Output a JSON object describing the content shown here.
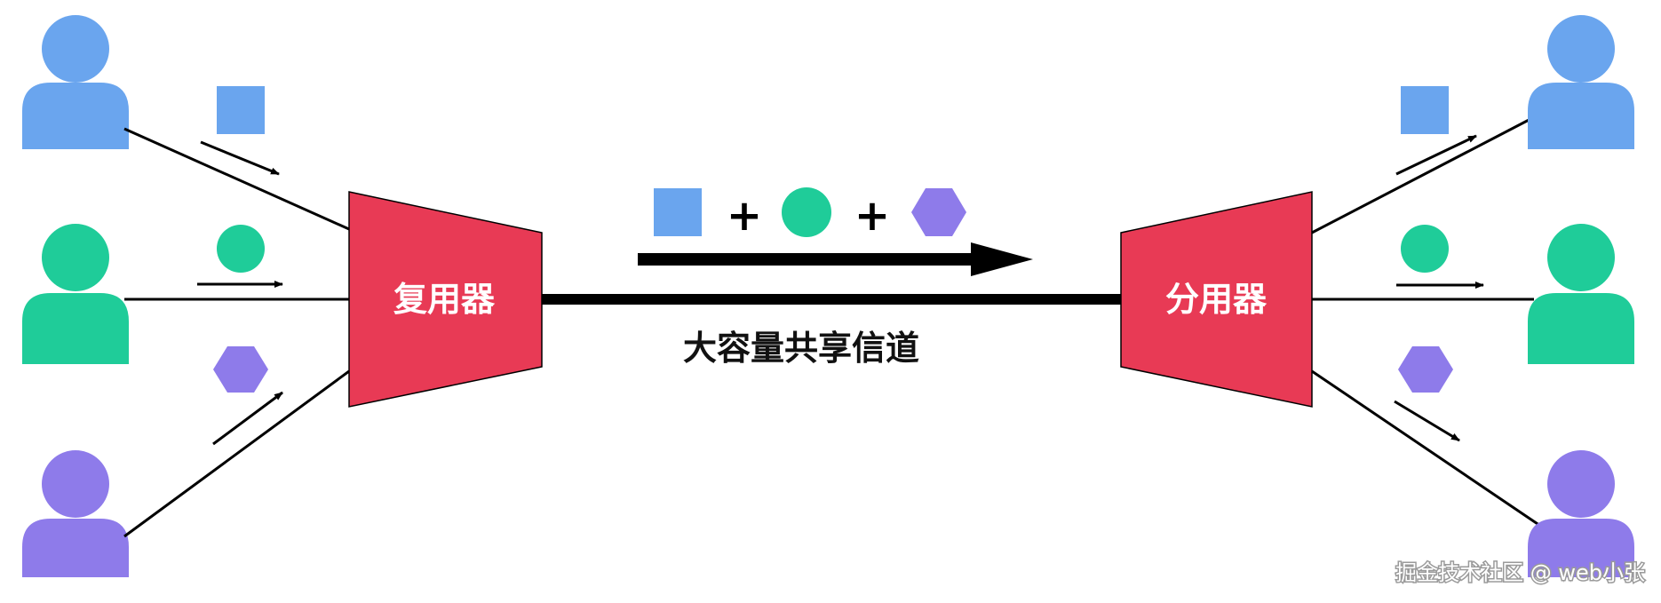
{
  "colors": {
    "blue": "#6aa5ee",
    "green": "#1fcc99",
    "purple": "#8e7bea",
    "device": "#e83a55",
    "line": "#000000",
    "text_on_device": "#ffffff",
    "watermark": "#9a9a9a"
  },
  "mux": {
    "label": "复用器"
  },
  "demux": {
    "label": "分用器"
  },
  "channel": {
    "label": "大容量共享信道"
  },
  "combined": {
    "plus_1": "+",
    "plus_2": "+",
    "items": [
      "square",
      "circle",
      "hexagon"
    ]
  },
  "senders": [
    {
      "color_key": "blue",
      "signal_shape": "square",
      "icon": "user-icon"
    },
    {
      "color_key": "green",
      "signal_shape": "circle",
      "icon": "user-icon"
    },
    {
      "color_key": "purple",
      "signal_shape": "hexagon",
      "icon": "user-icon"
    }
  ],
  "receivers": [
    {
      "color_key": "blue",
      "signal_shape": "square",
      "icon": "user-icon"
    },
    {
      "color_key": "green",
      "signal_shape": "circle",
      "icon": "user-icon"
    },
    {
      "color_key": "purple",
      "signal_shape": "hexagon",
      "icon": "user-icon"
    }
  ],
  "watermark": {
    "text": "掘金技术社区 @ web小张"
  }
}
